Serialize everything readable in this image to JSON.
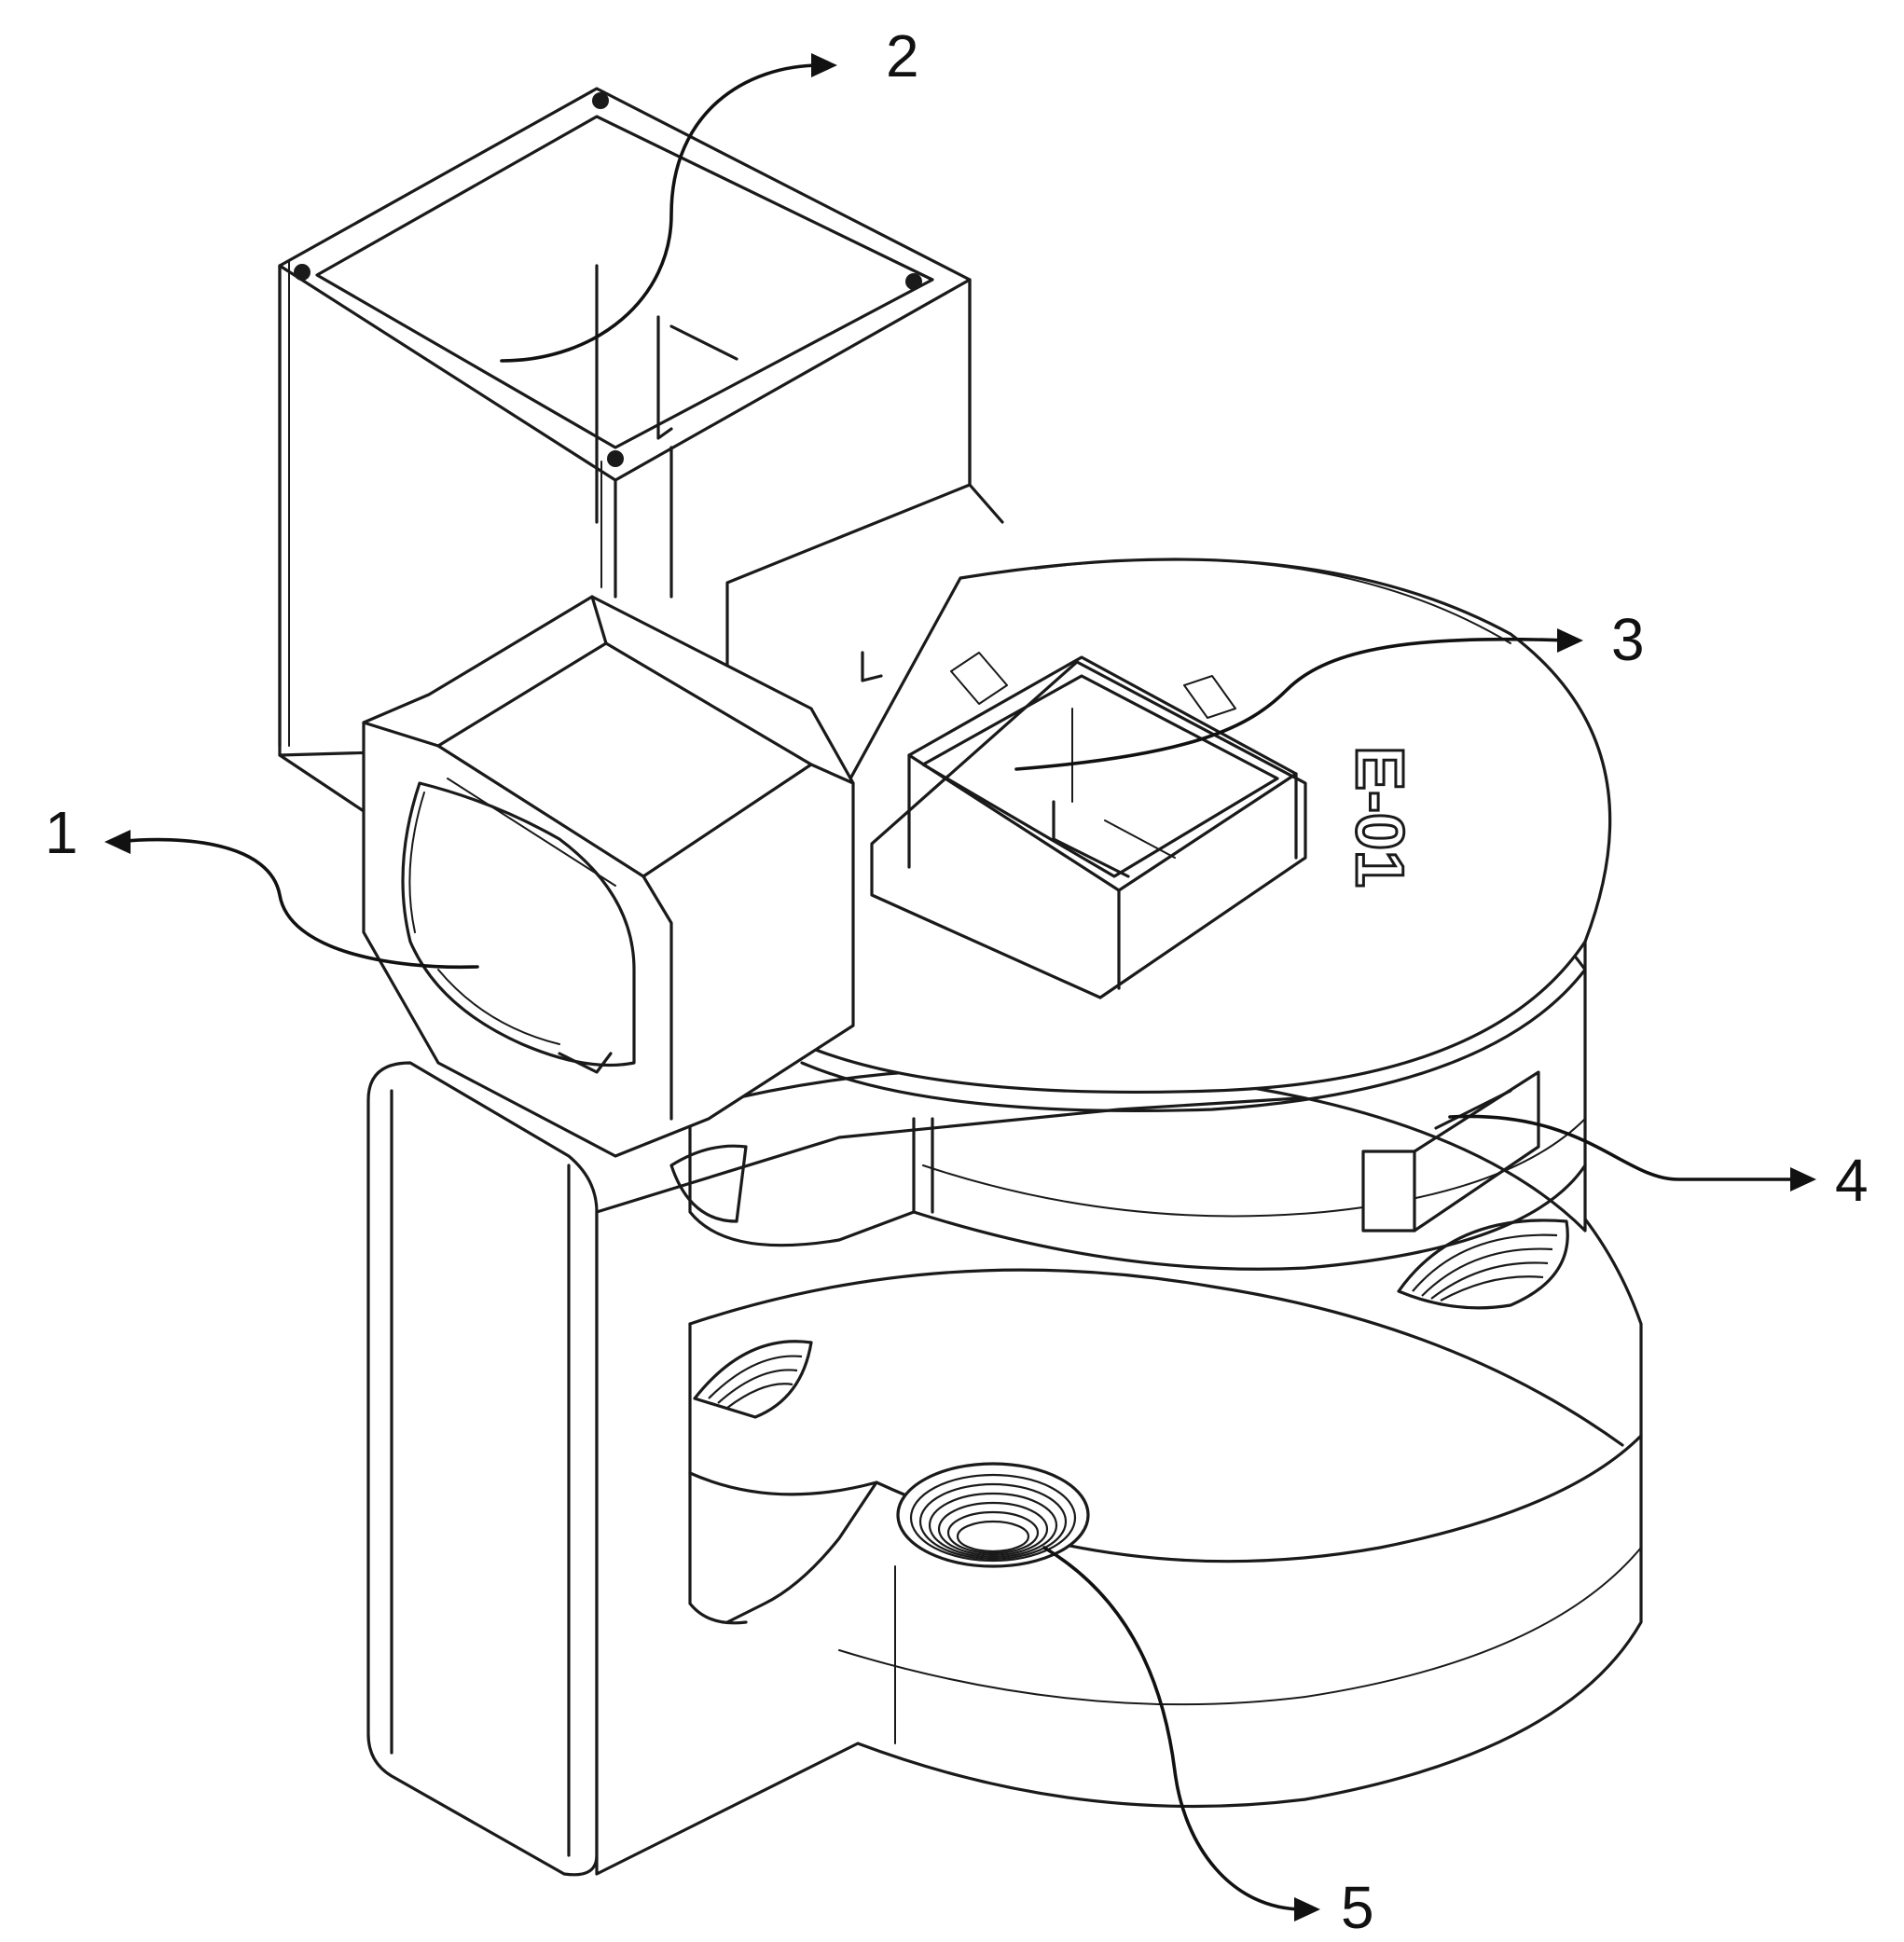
{
  "callouts": [
    {
      "number": "1"
    },
    {
      "number": "2"
    },
    {
      "number": "3"
    },
    {
      "number": "4"
    },
    {
      "number": "5"
    }
  ],
  "engraving": {
    "text": "E-01"
  }
}
